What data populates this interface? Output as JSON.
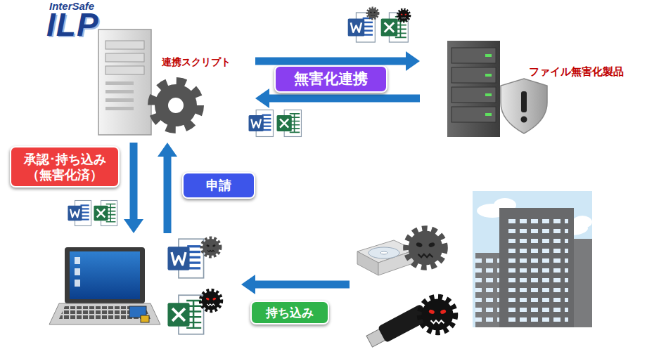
{
  "diagram": {
    "nodes": [
      {
        "text": [
          "連携スクリプト"
        ]
      },
      {
        "text": [
          "ファイル無害化製品"
        ]
      },
      {
        "text": []
      },
      {
        "text": []
      }
    ],
    "edges": [
      {
        "from": 0,
        "to": 1,
        "arrow": "to",
        "label": "無害化連携"
      },
      {
        "from": 1,
        "to": 0,
        "arrow": "to"
      },
      {
        "from": 0,
        "to": 2,
        "arrow": "to",
        "label": "承認･持ち込み（無害化済）"
      },
      {
        "from": 2,
        "to": 0,
        "arrow": "to",
        "label": "申請"
      },
      {
        "from": 3,
        "to": 2,
        "arrow": "to",
        "label": "持ち込み"
      }
    ],
    "labels": [
      "InterSafe",
      "ILP"
    ]
  }
}
